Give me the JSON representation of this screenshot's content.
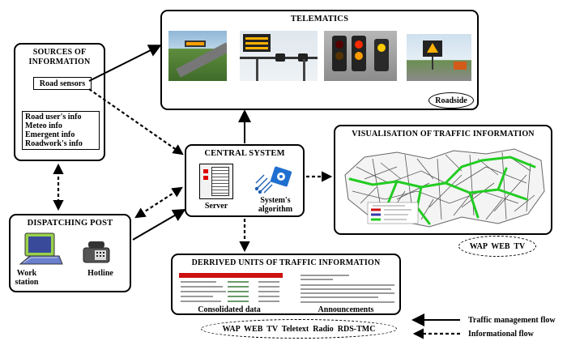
{
  "telematics": {
    "title": "TELEMATICS",
    "roadside_label": "Roadside"
  },
  "sources": {
    "title_line1": "SOURCES OF",
    "title_line2": "INFORMATION",
    "road_sensors": "Road sensors",
    "info_items": [
      "Road user's info",
      "Meteo info",
      "Emergent info",
      "Roadwork's info"
    ]
  },
  "central": {
    "title": "CENTRAL SYSTEM",
    "server_label": "Server",
    "algorithm_line1": "System's",
    "algorithm_line2": "algorithm"
  },
  "dispatching": {
    "title": "DISPATCHING POST",
    "workstation_line1": "Work",
    "workstation_line2": "station",
    "hotline_label": "Hotline"
  },
  "visualisation": {
    "title": "VISUALISATION OF TRAFFIC INFORMATION",
    "channels": "WAP  WEB  TV"
  },
  "derived": {
    "title": "DERRIVED UNITS OF TRAFFIC INFORMATION",
    "consolidated_label": "Consolidated data",
    "announcements_label": "Announcements"
  },
  "bottom_channels": "WAP  WEB  TV  Teletext  Radio  RDS-TMC",
  "legend": {
    "management_flow": "Traffic management flow",
    "informational_flow": "Informational flow"
  },
  "colors": {
    "map_green": "#22cc22",
    "table_red": "#cc1111",
    "sign_amber": "#ffb000"
  }
}
